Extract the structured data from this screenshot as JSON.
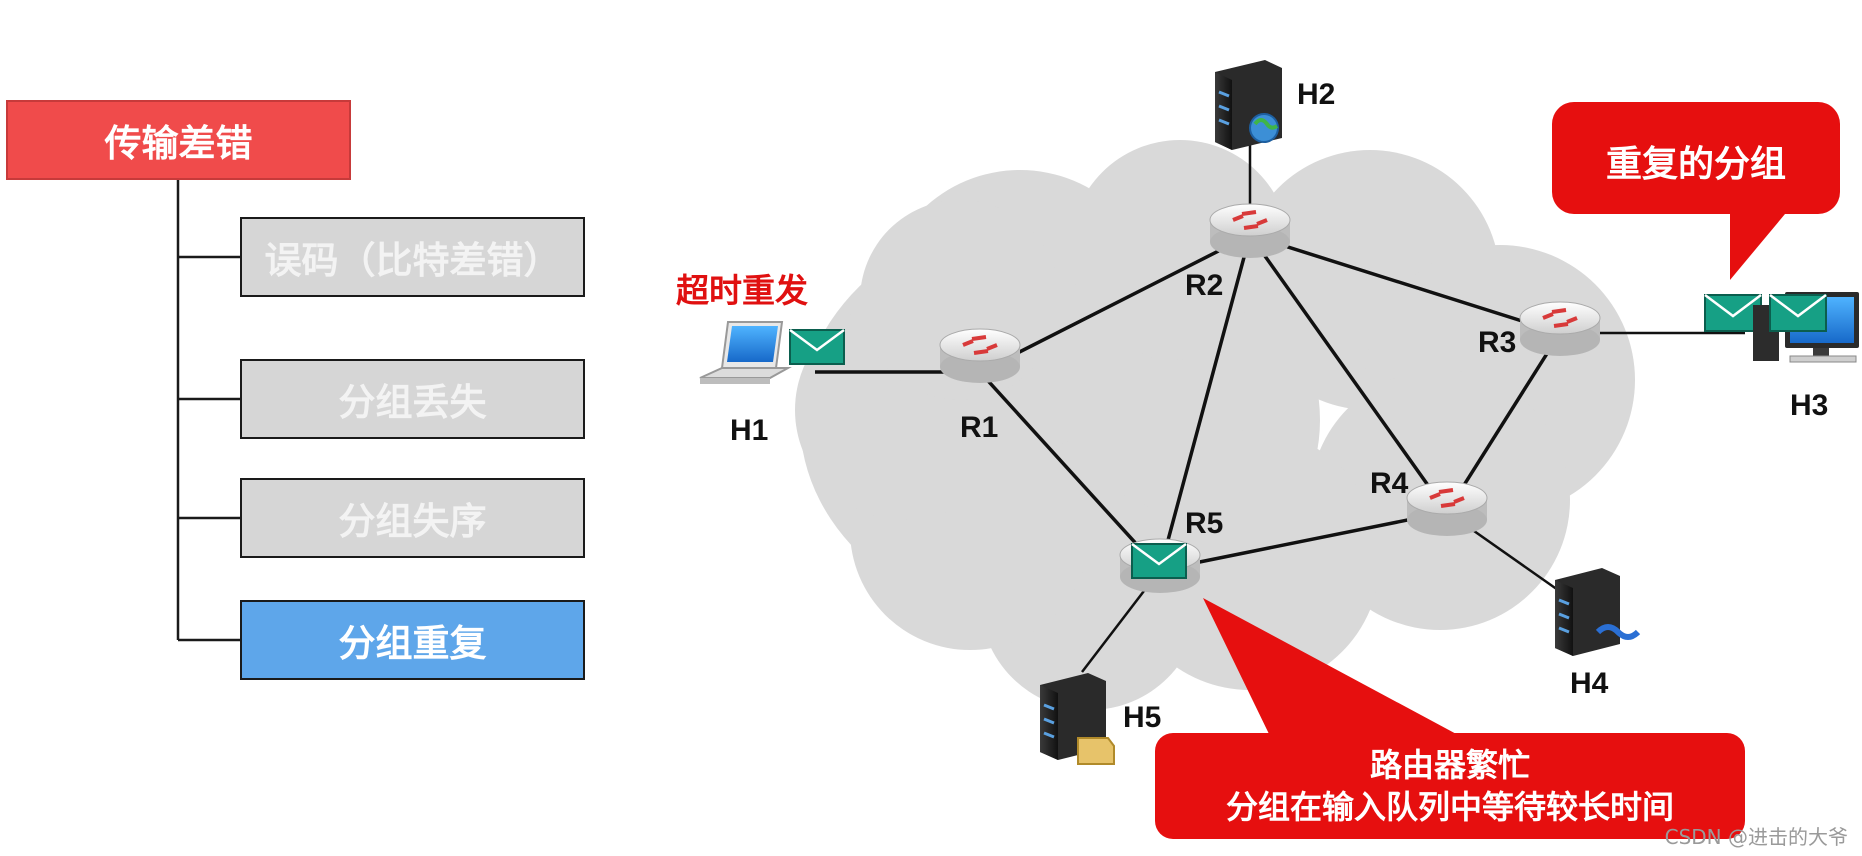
{
  "tree": {
    "root": "传输差错",
    "items": [
      "误码（比特差错）",
      "分组丢失",
      "分组失序",
      "分组重复"
    ],
    "active_item": "分组重复"
  },
  "network": {
    "hosts": [
      "H1",
      "H2",
      "H3",
      "H4",
      "H5"
    ],
    "routers": [
      "R1",
      "R2",
      "R3",
      "R4",
      "R5"
    ]
  },
  "annotations": {
    "timeout": "超时重发",
    "duplicate": "重复的分组",
    "busy_line1": "路由器繁忙",
    "busy_line2": "分组在输入队列中等待较长时间"
  },
  "watermark": "CSDN @进击的大爷",
  "colors": {
    "root": "#f04b4b",
    "item": "#d6d6d6",
    "active": "#5ea6ea",
    "callout": "#e60f0f",
    "envelope": "#16a085"
  }
}
